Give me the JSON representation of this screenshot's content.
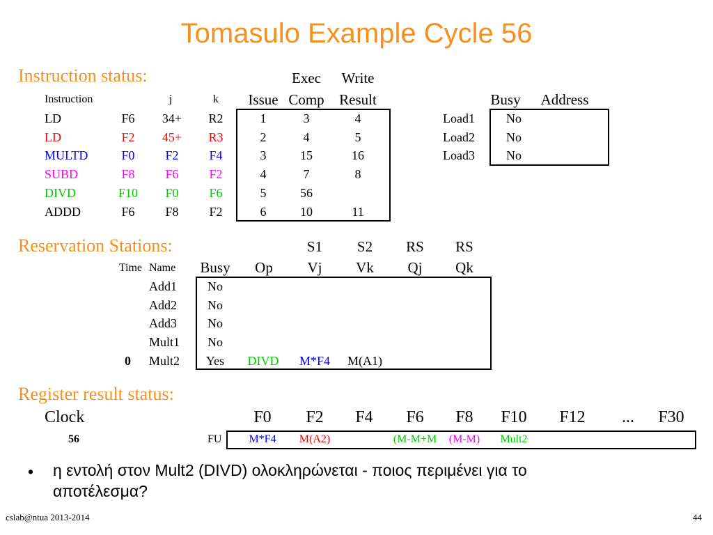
{
  "title": "Tomasulo Example Cycle 56",
  "colors": {
    "black": "#000000",
    "red": "#FF0000",
    "blue": "#0000FF",
    "magenta": "#FF00FF",
    "green": "#00CC00",
    "orange": "#F5901E"
  },
  "instruction_status": {
    "heading": "Instruction status:",
    "headers_top": {
      "exec": "Exec",
      "write": "Write"
    },
    "headers": {
      "instruction": "Instruction",
      "j": "j",
      "k": "k",
      "issue": "Issue",
      "comp": "Comp",
      "result": "Result"
    },
    "rows": [
      {
        "op": "LD",
        "dst": "F6",
        "j": "34+",
        "k": "R2",
        "issue": "1",
        "comp": "3",
        "result": "4",
        "color": "#000000"
      },
      {
        "op": "LD",
        "dst": "F2",
        "j": "45+",
        "k": "R3",
        "issue": "2",
        "comp": "4",
        "result": "5",
        "color": "#FF0000"
      },
      {
        "op": "MULTD",
        "dst": "F0",
        "j": "F2",
        "k": "F4",
        "issue": "3",
        "comp": "15",
        "result": "16",
        "color": "#0000FF"
      },
      {
        "op": "SUBD",
        "dst": "F8",
        "j": "F6",
        "k": "F2",
        "issue": "4",
        "comp": "7",
        "result": "8",
        "color": "#FF00FF"
      },
      {
        "op": "DIVD",
        "dst": "F10",
        "j": "F0",
        "k": "F6",
        "issue": "5",
        "comp": "56",
        "result": "",
        "color": "#00CC00"
      },
      {
        "op": "ADDD",
        "dst": "F6",
        "j": "F8",
        "k": "F2",
        "issue": "6",
        "comp": "10",
        "result": "11",
        "color": "#000000"
      }
    ]
  },
  "load_buffers": {
    "headers": {
      "busy": "Busy",
      "address": "Address"
    },
    "rows": [
      {
        "name": "Load1",
        "busy": "No",
        "address": ""
      },
      {
        "name": "Load2",
        "busy": "No",
        "address": ""
      },
      {
        "name": "Load3",
        "busy": "No",
        "address": ""
      }
    ]
  },
  "reservation_stations": {
    "heading": "Reservation Stations:",
    "headers_top": {
      "s1": "S1",
      "s2": "S2",
      "rs1": "RS",
      "rs2": "RS"
    },
    "headers": {
      "time": "Time",
      "name": "Name",
      "busy": "Busy",
      "op": "Op",
      "vj": "Vj",
      "vk": "Vk",
      "qj": "Qj",
      "qk": "Qk"
    },
    "rows": [
      {
        "time": "",
        "name": "Add1",
        "busy": "No",
        "op": "",
        "vj": "",
        "vk": "",
        "qj": "",
        "qk": ""
      },
      {
        "time": "",
        "name": "Add2",
        "busy": "No",
        "op": "",
        "vj": "",
        "vk": "",
        "qj": "",
        "qk": ""
      },
      {
        "time": "",
        "name": "Add3",
        "busy": "No",
        "op": "",
        "vj": "",
        "vk": "",
        "qj": "",
        "qk": ""
      },
      {
        "time": "",
        "name": "Mult1",
        "busy": "No",
        "op": "",
        "vj": "",
        "vk": "",
        "qj": "",
        "qk": ""
      },
      {
        "time": "0",
        "name": "Mult2",
        "busy": "Yes",
        "op": "DIVD",
        "vj": "M*F4",
        "vk": "M(A1)",
        "qj": "",
        "qk": ""
      }
    ]
  },
  "register_status": {
    "heading": "Register result status:",
    "clock_label": "Clock",
    "clock_value": "56",
    "fu_label": "FU",
    "registers": [
      {
        "name": "F0",
        "value": "M*F4",
        "color": "#0000FF"
      },
      {
        "name": "F2",
        "value": "M(A2)",
        "color": "#FF0000"
      },
      {
        "name": "F4",
        "value": "",
        "color": "#000000"
      },
      {
        "name": "F6",
        "value": "(M-M+M",
        "color": "#00CC00"
      },
      {
        "name": "F8",
        "value": "(M-M)",
        "color": "#FF00FF"
      },
      {
        "name": "F10",
        "value": "Mult2",
        "color": "#00CC00"
      },
      {
        "name": "F12",
        "value": "",
        "color": "#000000"
      },
      {
        "name": "...",
        "value": "",
        "color": "#000000"
      },
      {
        "name": "F30",
        "value": "",
        "color": "#000000"
      }
    ]
  },
  "bullet": {
    "symbol": "•",
    "line1": "η εντολή στον Mult2 (DIVD) ολοκληρώνεται - ποιος περιμένει για το",
    "line2": "αποτέλεσμα?"
  },
  "footer": {
    "left": "cslab@ntua 2013-2014",
    "right": "44"
  }
}
